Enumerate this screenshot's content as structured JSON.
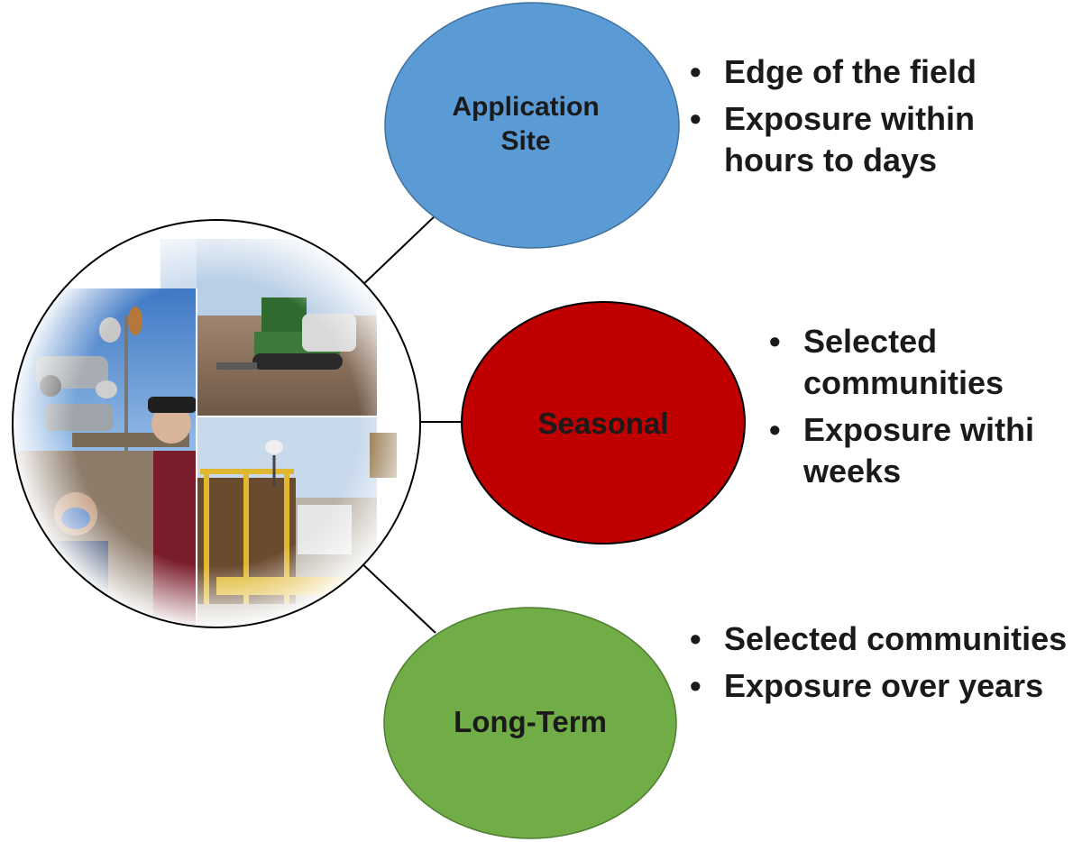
{
  "nodes": {
    "application_site": {
      "label_line1": "Application",
      "label_line2": "Site",
      "color": "#5b9bd5"
    },
    "seasonal": {
      "label": "Seasonal",
      "color": "#c00000"
    },
    "long_term": {
      "label": "Long-Term",
      "color": "#70ad47"
    }
  },
  "bullets": {
    "application_site": [
      "Edge of the field",
      "Exposure within hours to days"
    ],
    "seasonal": [
      "Selected communities",
      "Exposure withi weeks"
    ],
    "long_term": [
      "Selected communities",
      "Exposure over years"
    ]
  },
  "bullet_glyph": "•",
  "photo_collage": {
    "items": [
      "weather-sensor-photo",
      "tractor-sprayer-photo",
      "air-sampler-station-photo"
    ]
  }
}
